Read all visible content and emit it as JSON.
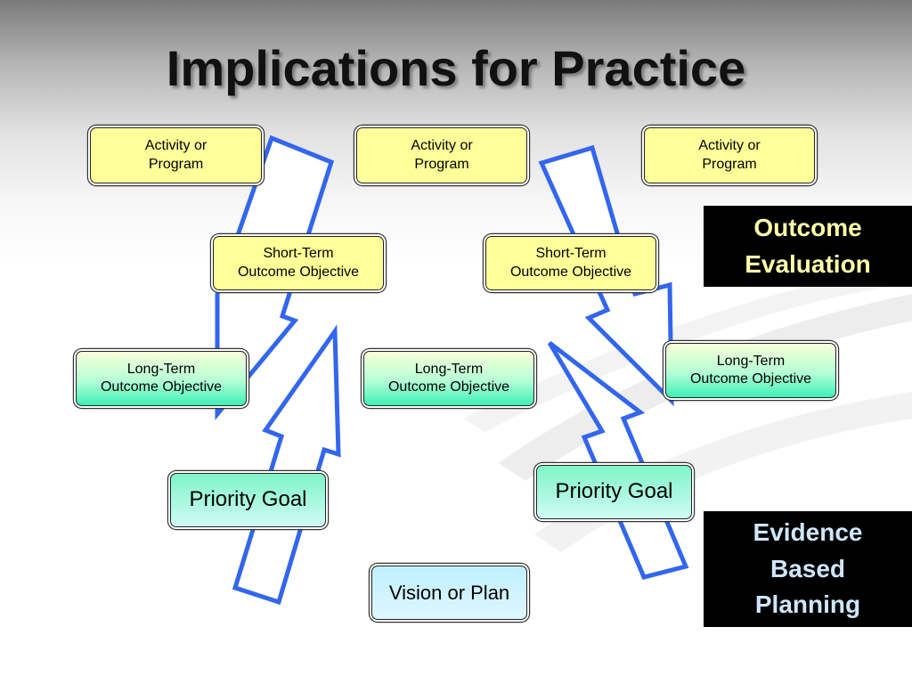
{
  "title": "Implications for Practice",
  "boxes": {
    "activity_left": [
      "Activity or",
      "Program"
    ],
    "activity_center": [
      "Activity or",
      "Program"
    ],
    "activity_right": [
      "Activity or",
      "Program"
    ],
    "short_term_left": [
      "Short-Term",
      "Outcome Objective"
    ],
    "short_term_right": [
      "Short-Term",
      "Outcome Objective"
    ],
    "long_term_left": [
      "Long-Term",
      "Outcome Objective"
    ],
    "long_term_center": [
      "Long-Term",
      "Outcome Objective"
    ],
    "long_term_right": [
      "Long-Term",
      "Outcome Objective"
    ],
    "priority_goal_left": "Priority Goal",
    "priority_goal_right": "Priority Goal",
    "vision": "Vision or Plan"
  },
  "labels": {
    "outcome_evaluation": [
      "Outcome",
      "Evaluation"
    ],
    "evidence_based_planning": [
      "Evidence",
      "Based",
      "Planning"
    ]
  },
  "colors": {
    "arrow_outline": "#3366ee",
    "label_bg": "#000000",
    "outcome_text": "#ffffaa",
    "evidence_text": "#cfe6ff",
    "activity_fill": "#ffff99"
  }
}
